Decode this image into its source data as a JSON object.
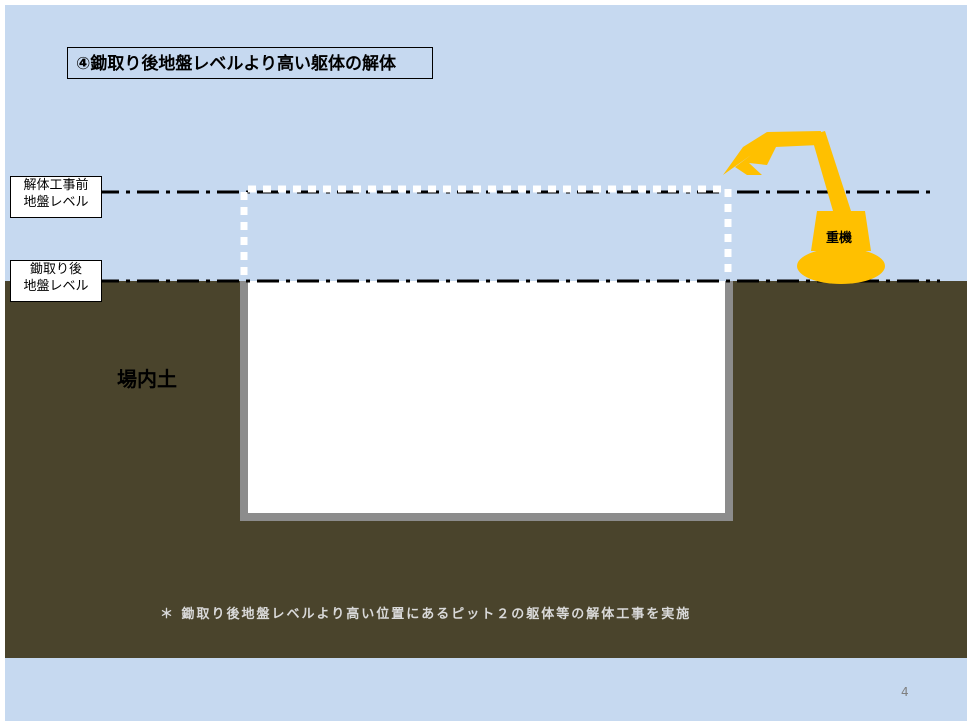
{
  "title": "④鋤取り後地盤レベルより高い躯体の解体",
  "labels": {
    "before_level": [
      "解体工事前",
      "地盤レベル"
    ],
    "after_level": [
      "鋤取り後",
      "地盤レベル"
    ],
    "soil": "場内土",
    "machine": "重機"
  },
  "note": "＊ 鋤取り後地盤レベルより高い位置にあるピット２の躯体等の解体工事を実施",
  "page_number": "4",
  "colors": {
    "sky": "#c6d9f0",
    "ground": "#4a442c",
    "pit_wall": "#8c8c8c",
    "machine": "#ffc000",
    "note_text": "#d9d9d9"
  },
  "icons": {
    "machine": "excavator-icon"
  }
}
